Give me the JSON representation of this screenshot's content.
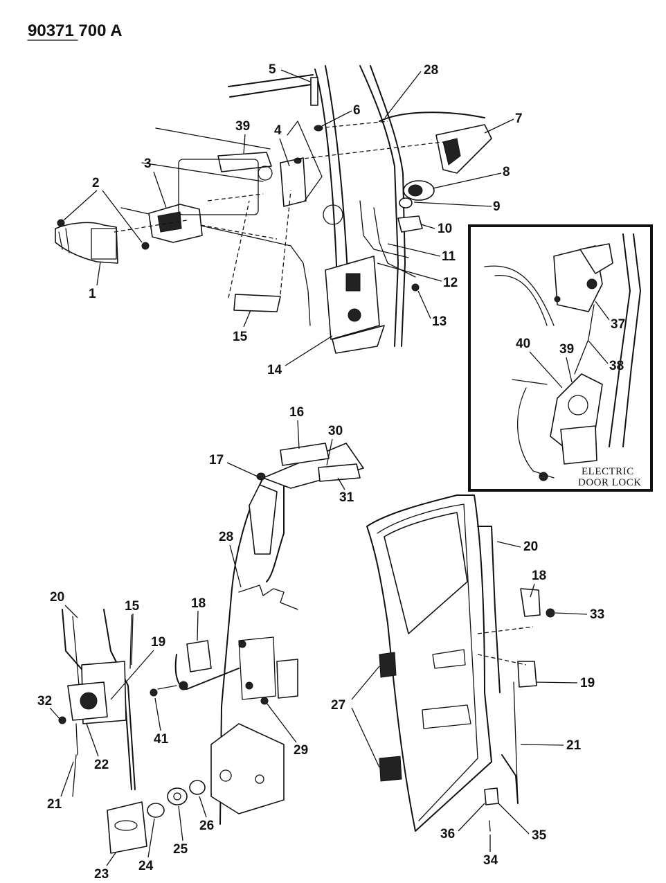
{
  "document_number": "90371 700 A",
  "inset_caption": [
    "ELECTRIC",
    "DOOR LOCK"
  ],
  "callouts": [
    "1",
    "2",
    "3",
    "4",
    "5",
    "6",
    "7",
    "8",
    "9",
    "10",
    "11",
    "12",
    "13",
    "14",
    "15",
    "39",
    "28",
    "37",
    "38",
    "40",
    "39",
    "16",
    "30",
    "17",
    "31",
    "28",
    "20",
    "18",
    "33",
    "20",
    "15",
    "18",
    "19",
    "32",
    "22",
    "41",
    "29",
    "27",
    "19",
    "21",
    "21",
    "23",
    "24",
    "25",
    "26",
    "36",
    "35",
    "34"
  ]
}
